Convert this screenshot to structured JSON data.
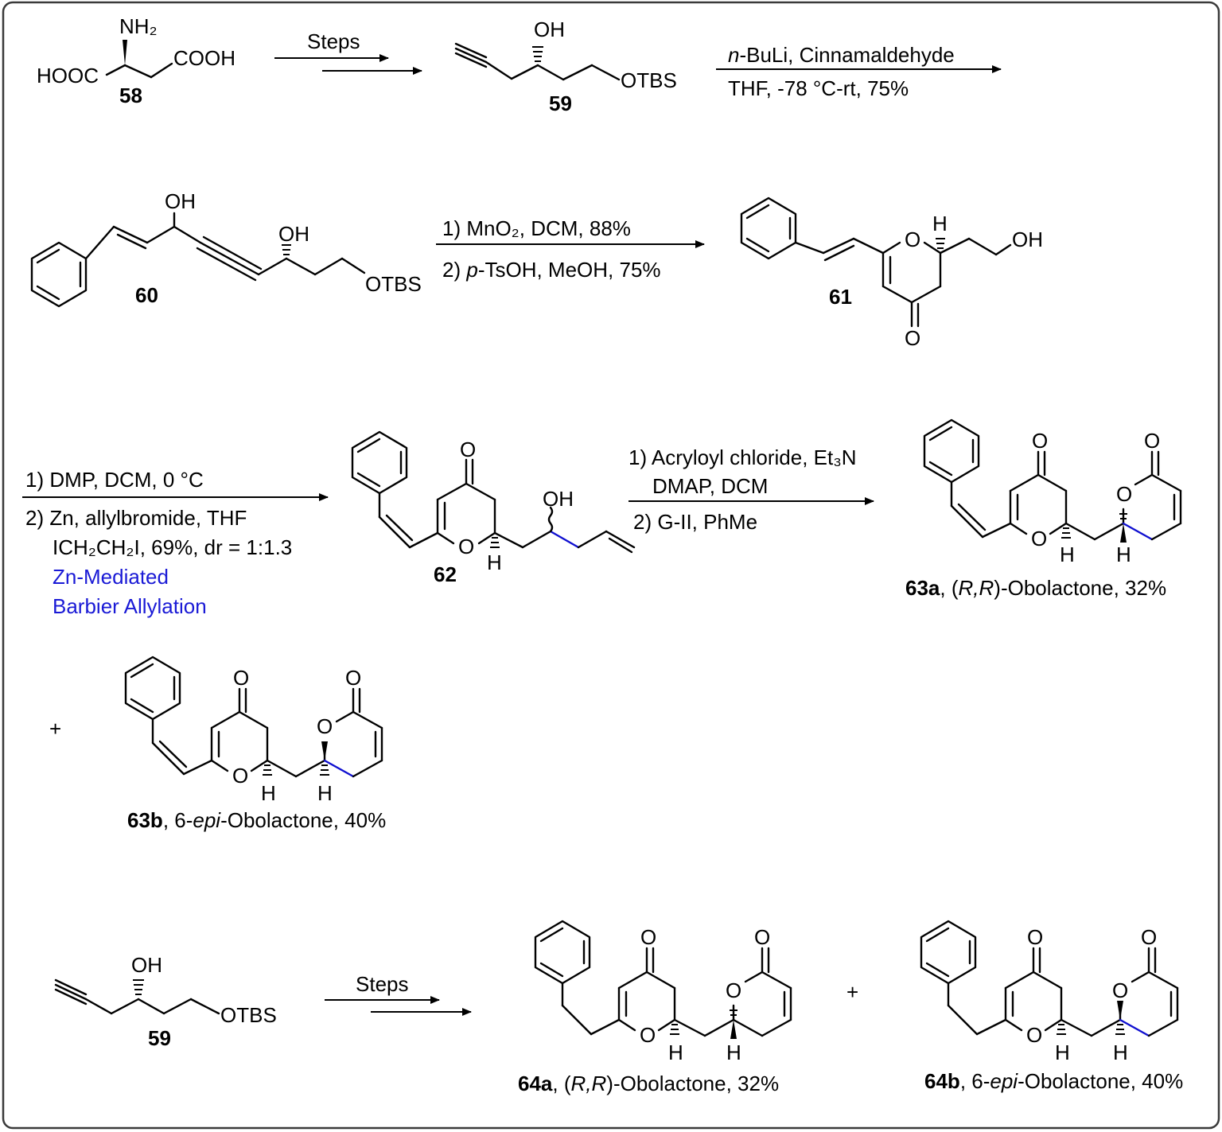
{
  "colors": {
    "bond": "#000000",
    "new_bond": "#1010d0",
    "blue_text": "#1a1ad6",
    "frame": "#3a3a3a"
  },
  "compounds": {
    "c58": {
      "label": "58",
      "nh2": "NH₂",
      "hooc": "HOOC",
      "cooh": "COOH"
    },
    "c59": {
      "label": "59",
      "oh": "OH",
      "otbs": "OTBS"
    },
    "c60": {
      "label": "60",
      "oh1": "OH",
      "oh2": "OH",
      "otbs": "OTBS"
    },
    "c61": {
      "label": "61",
      "o_ring": "O",
      "h": "H",
      "oh": "OH",
      "o_ketone": "O"
    },
    "c62": {
      "label": "62",
      "o_ketone": "O",
      "o_ring": "O",
      "h": "H",
      "oh": "OH"
    },
    "c63a": {
      "o1": "O",
      "o2": "O",
      "o3": "O",
      "o4": "O",
      "h1": "H",
      "h2": "H",
      "bold": "63a",
      "pre": ", (",
      "ital": "R,R",
      "post": ")-Obolactone, 32%"
    },
    "c63b": {
      "o1": "O",
      "o2": "O",
      "o3": "O",
      "o4": "O",
      "h1": "H",
      "h2": "H",
      "bold": "63b",
      "pre": ", 6-",
      "ital": "epi",
      "post": "-Obolactone, 40%"
    },
    "c59b": {
      "label": "59",
      "oh": "OH",
      "otbs": "OTBS"
    },
    "c64a": {
      "o1": "O",
      "o2": "O",
      "o3": "O",
      "o4": "O",
      "h1": "H",
      "h2": "H",
      "bold": "64a",
      "pre": ", (",
      "ital": "R,R",
      "post": ")-Obolactone, 32%"
    },
    "c64b": {
      "o1": "O",
      "o2": "O",
      "o3": "O",
      "o4": "O",
      "h1": "H",
      "h2": "H",
      "bold": "64b",
      "pre": ", 6-",
      "ital": "epi",
      "post": "-Obolactone, 40%"
    }
  },
  "plus_signs": {
    "p1": "+",
    "p2": "+"
  },
  "reagents": {
    "r1": {
      "steps": "Steps"
    },
    "r2": {
      "top_ital": "n",
      "top_rest": "-BuLi, Cinnamaldehyde",
      "bottom": "THF, -78 °C-rt, 75%"
    },
    "r3": {
      "line1": "1) MnO₂, DCM, 88%",
      "line2_pre": "2) ",
      "line2_ital": "p",
      "line2_post": "-TsOH, MeOH, 75%"
    },
    "r4": {
      "line1": "1) DMP, DCM, 0 °C",
      "line2": "2) Zn, allylbromide, THF",
      "line3": "ICH₂CH₂I, 69%, dr = 1:1.3",
      "note1": "Zn-Mediated",
      "note2": "Barbier Allylation"
    },
    "r5": {
      "line1": "1) Acryloyl chloride, Et₃N",
      "line2": "DMAP, DCM",
      "line3": "2) G-II, PhMe"
    },
    "r6": {
      "steps": "Steps"
    }
  }
}
